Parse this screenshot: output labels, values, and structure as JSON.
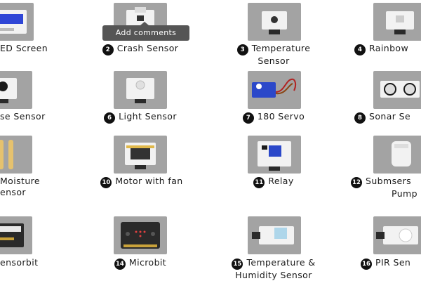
{
  "tooltip": "Add comments",
  "items": [
    {
      "num": "",
      "line1": "ED Screen",
      "line2": "",
      "icon": "oled-screen-icon"
    },
    {
      "num": "2",
      "line1": "Crash Sensor",
      "line2": "",
      "icon": "crash-sensor-icon"
    },
    {
      "num": "3",
      "line1": "Temperature",
      "line2": "Sensor",
      "icon": "temperature-sensor-icon"
    },
    {
      "num": "4",
      "line1": "Rainbow",
      "line2": "",
      "icon": "rainbow-led-icon"
    },
    {
      "num": "",
      "line1": "se Sensor",
      "line2": "",
      "icon": "noise-sensor-icon"
    },
    {
      "num": "6",
      "line1": "Light Sensor",
      "line2": "",
      "icon": "light-sensor-icon"
    },
    {
      "num": "7",
      "line1": "180 Servo",
      "line2": "",
      "icon": "servo-icon"
    },
    {
      "num": "8",
      "line1": "Sonar Se",
      "line2": "",
      "icon": "sonar-sensor-icon"
    },
    {
      "num": "",
      "line1": "Moisture",
      "line2": "ensor",
      "icon": "moisture-sensor-icon"
    },
    {
      "num": "10",
      "line1": "Motor with fan",
      "line2": "",
      "icon": "motor-fan-icon"
    },
    {
      "num": "11",
      "line1": "Relay",
      "line2": "",
      "icon": "relay-icon"
    },
    {
      "num": "12",
      "line1": "Submsers",
      "line2": "Pump",
      "icon": "submersible-pump-icon"
    },
    {
      "num": "",
      "line1": "ensorbit",
      "line2": "",
      "icon": "sensorbit-icon"
    },
    {
      "num": "14",
      "line1": "Microbit",
      "line2": "",
      "icon": "microbit-icon"
    },
    {
      "num": "15",
      "line1": "Temperature &",
      "line2": "Humidity Sensor",
      "icon": "temp-humidity-sensor-icon"
    },
    {
      "num": "16",
      "line1": "PIR Sen",
      "line2": "",
      "icon": "pir-sensor-icon"
    }
  ]
}
